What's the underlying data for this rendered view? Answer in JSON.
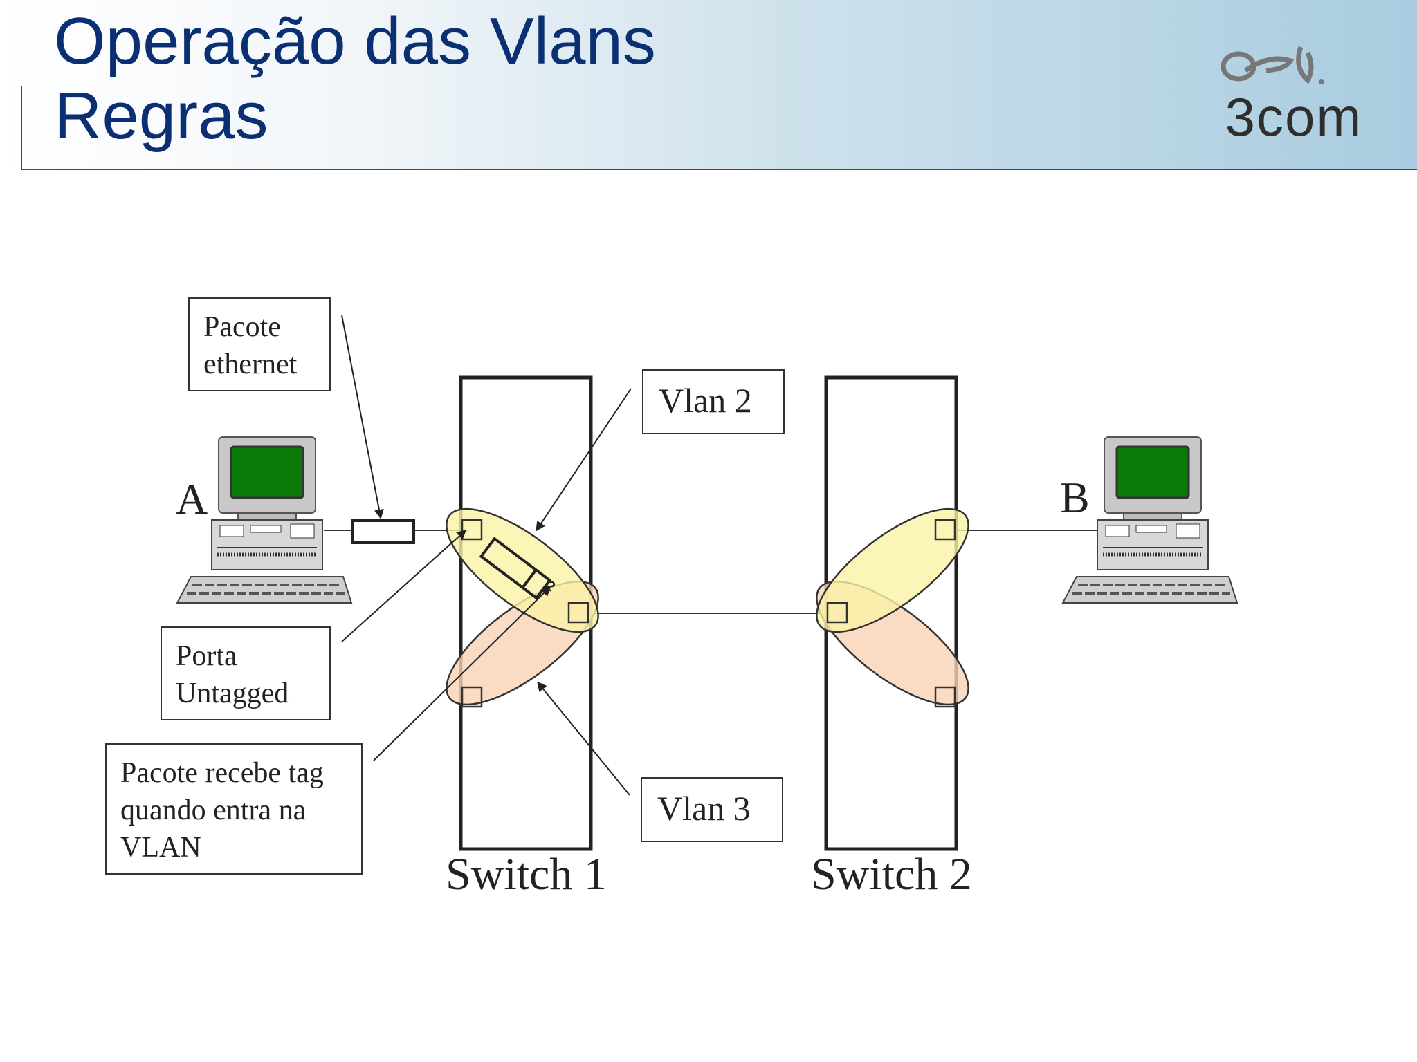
{
  "header": {
    "title_line1": "Operação das Vlans",
    "title_line2": "Regras",
    "logo_text": "3com"
  },
  "diagram": {
    "host_a_label": "A",
    "host_b_label": "B",
    "packet_label": "Pacote\nethernet",
    "untagged_port_label": "Porta\nUntagged",
    "tag_label": "Pacote recebe tag\nquando entra na\nVLAN",
    "vlan2_label": "Vlan 2",
    "vlan3_label": "Vlan 3",
    "switch1_label": "Switch 1",
    "switch2_label": "Switch 2",
    "tag_number": "2",
    "colors": {
      "vlan2": "#fbf3a6",
      "vlan3": "#f9d3b6",
      "title": "#0b2f73",
      "screen": "#0a7a0a"
    }
  }
}
